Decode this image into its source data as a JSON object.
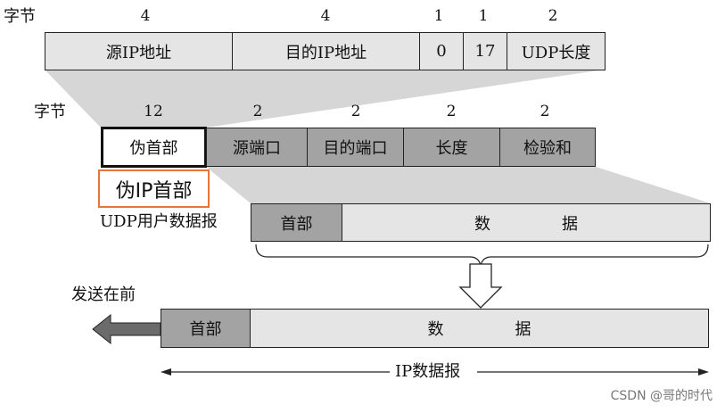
{
  "colors": {
    "light_field": "#e5e5e5",
    "dark_field": "#a3a3a3",
    "funnel": "#d4d4d4",
    "highlight": "#e8763a",
    "arrow": "#666666"
  },
  "row1": {
    "label": "字节",
    "bytes": [
      "4",
      "4",
      "1",
      "1",
      "2"
    ],
    "fields": [
      "源IP地址",
      "目的IP地址",
      "0",
      "17",
      "UDP长度"
    ]
  },
  "row2": {
    "label": "字节",
    "bytes": [
      "12",
      "2",
      "2",
      "2",
      "2"
    ],
    "fields": [
      "伪首部",
      "源端口",
      "目的端口",
      "长度",
      "检验和"
    ]
  },
  "pseudo_header_tag": "伪IP首部",
  "udp_datagram": {
    "label": "UDP用户数据报",
    "header": "首部",
    "data_left": "数",
    "data_right": "据"
  },
  "send_direction": "发送在前",
  "ip_datagram": {
    "header": "首部",
    "data_left": "数",
    "data_right": "据",
    "span_label": "IP数据报"
  },
  "watermark": "CSDN @哥的时代"
}
